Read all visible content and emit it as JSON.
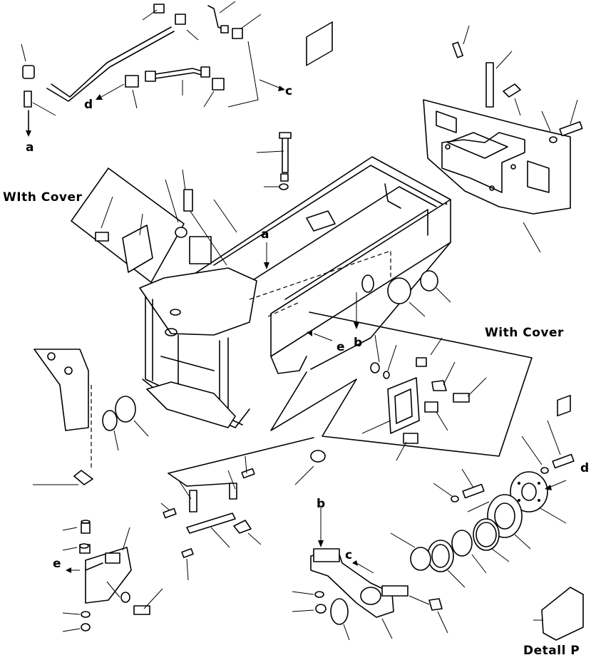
{
  "labels": {
    "with_cover_left": "WIth Cover",
    "with_cover_right": "With Cover",
    "detail": "Detall P"
  },
  "ref_letters": {
    "a_top": "a",
    "a_frame": "a",
    "b_frame": "b",
    "b_bracket": "b",
    "c_top": "c",
    "c_bracket": "c",
    "d_top": "d",
    "d_flange": "d",
    "e_frame": "e",
    "e_bracket": "e"
  },
  "colors": {
    "line": "#000000",
    "background": "#ffffff"
  }
}
